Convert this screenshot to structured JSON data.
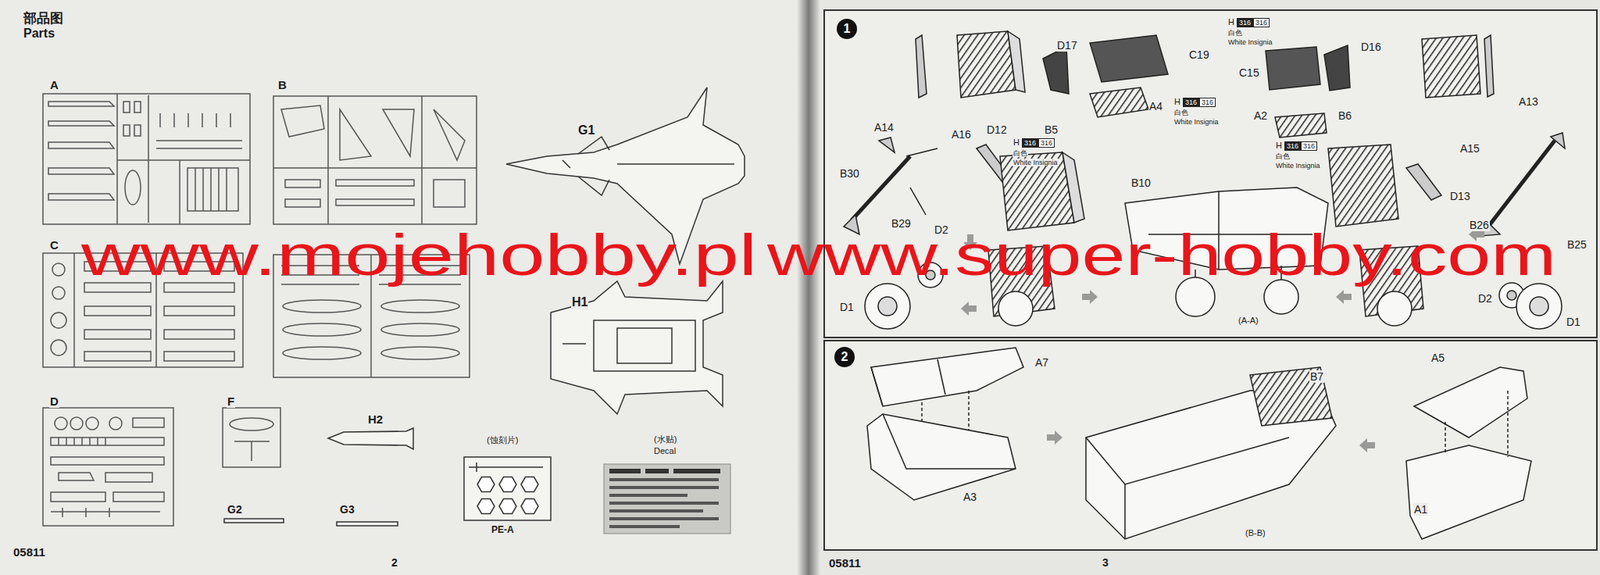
{
  "diagram": {
    "nodes": [
      {
        "text": [
          "1"
        ]
      },
      {
        "text": [
          "2"
        ]
      }
    ],
    "labels": [
      "部品图",
      "Parts",
      "A",
      "B",
      "C",
      "D",
      "F",
      "G1",
      "H1",
      "H2",
      "G2",
      "G3",
      "(蚀刻片)",
      "PE-A",
      "(水贴)",
      "Decal",
      "05811",
      "2",
      "D17",
      "C19",
      "H",
      "316",
      "316",
      "白色",
      "White Insignia",
      "A4",
      "A14",
      "A16",
      "B30",
      "B29",
      "D12",
      "B5",
      "H",
      "316",
      "316",
      "白色",
      "White Insignia",
      "D2",
      "D1",
      "B10",
      "(A-A)",
      "H",
      "316",
      "316",
      "白色",
      "White Insignia",
      "D16",
      "C15",
      "A2",
      "H",
      "316",
      "316",
      "白色",
      "White Insignia",
      "B6",
      "A13",
      "A15",
      "D13",
      "B26",
      "B25",
      "D2",
      "D1",
      "A7",
      "A3",
      "B7",
      "(B-B)",
      "A5",
      "A1",
      "05811",
      "3",
      "www.mojehobby.pl",
      "www.super-hobby.com"
    ]
  }
}
